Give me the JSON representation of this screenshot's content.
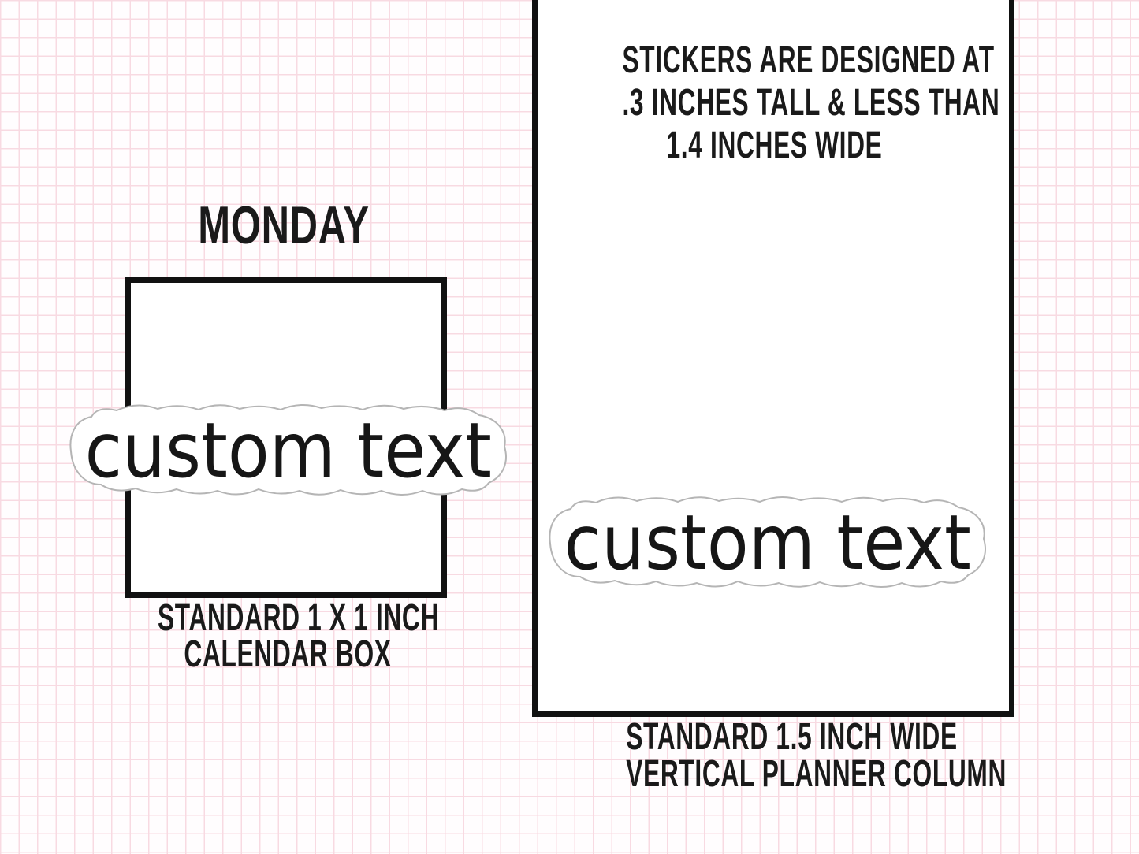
{
  "left_panel": {
    "day_label": "MONDAY",
    "sticker_text": "custom text",
    "caption_line1": "STANDARD 1 X 1 INCH",
    "caption_line2": "CALENDAR BOX"
  },
  "right_panel": {
    "note_line1": "STICKERS ARE DESIGNED AT",
    "note_line2": ".3 INCHES TALL & LESS THAN",
    "note_line3": "1.4 INCHES WIDE",
    "sticker_text": "custom text",
    "caption_line1": "STANDARD 1.5 INCH WIDE",
    "caption_line2": "VERTICAL PLANNER COLUMN"
  },
  "colors": {
    "background": "#fffdfe",
    "grid_line": "#f8dae2",
    "box_border": "#111111",
    "text": "#1a1a1a",
    "sticker_fill": "#ffffff",
    "sticker_outline": "#b5b5b5"
  }
}
